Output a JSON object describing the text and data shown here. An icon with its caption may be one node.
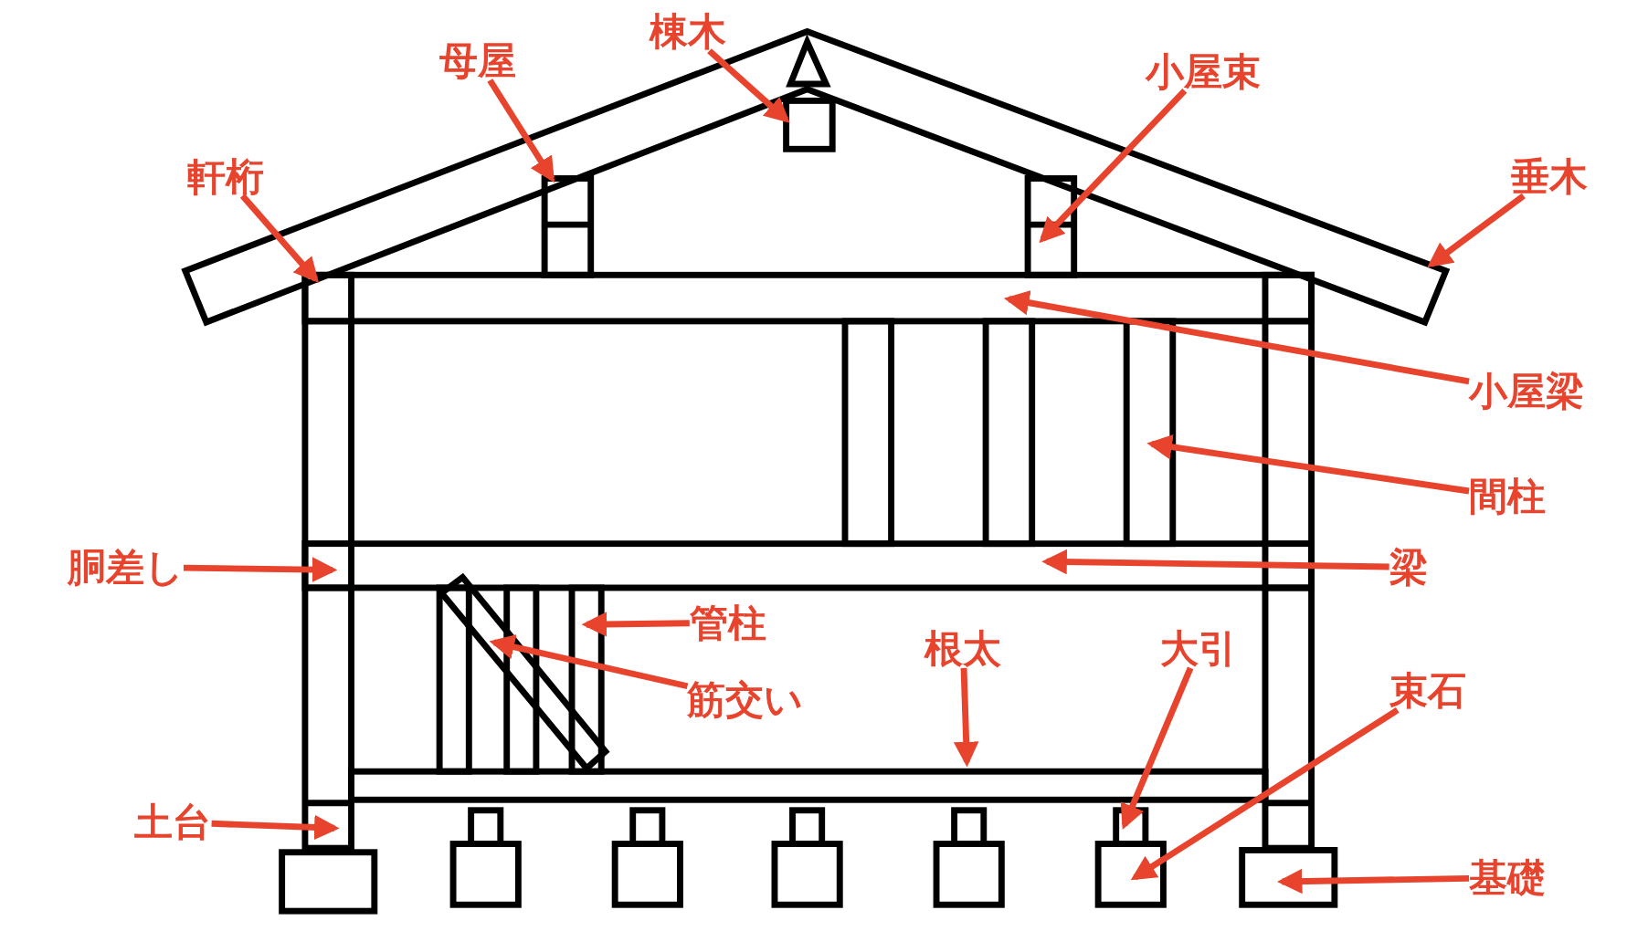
{
  "diagram": {
    "nodes": [
      {
        "text": [
          "棟木"
        ]
      },
      {
        "text": [
          "母屋"
        ]
      },
      {
        "text": [
          "小屋束"
        ]
      },
      {
        "text": [
          "軒桁"
        ]
      },
      {
        "text": [
          "垂木"
        ]
      },
      {
        "text": [
          "小屋梁"
        ]
      },
      {
        "text": [
          "間柱"
        ]
      },
      {
        "text": [
          "胴差し"
        ]
      },
      {
        "text": [
          "梁"
        ]
      },
      {
        "text": [
          "管柱"
        ]
      },
      {
        "text": [
          "根太"
        ]
      },
      {
        "text": [
          "大引"
        ]
      },
      {
        "text": [
          "束石"
        ]
      },
      {
        "text": [
          "筋交い"
        ]
      },
      {
        "text": [
          "土台"
        ]
      },
      {
        "text": [
          "基礎"
        ]
      }
    ],
    "edges": [
      {
        "from": 0,
        "to": null,
        "arrow": "to"
      },
      {
        "from": 1,
        "to": null,
        "arrow": "to"
      },
      {
        "from": 2,
        "to": null,
        "arrow": "to"
      },
      {
        "from": 3,
        "to": null,
        "arrow": "to"
      },
      {
        "from": 4,
        "to": null,
        "arrow": "to"
      },
      {
        "from": 5,
        "to": null,
        "arrow": "to"
      },
      {
        "from": 6,
        "to": null,
        "arrow": "to"
      },
      {
        "from": 7,
        "to": null,
        "arrow": "to"
      },
      {
        "from": 8,
        "to": null,
        "arrow": "to"
      },
      {
        "from": 9,
        "to": null,
        "arrow": "to"
      },
      {
        "from": 10,
        "to": null,
        "arrow": "to"
      },
      {
        "from": 11,
        "to": null,
        "arrow": "to"
      },
      {
        "from": 12,
        "to": null,
        "arrow": "to"
      },
      {
        "from": 13,
        "to": null,
        "arrow": "to"
      },
      {
        "from": 14,
        "to": null,
        "arrow": "to"
      },
      {
        "from": 15,
        "to": null,
        "arrow": "to"
      }
    ]
  }
}
